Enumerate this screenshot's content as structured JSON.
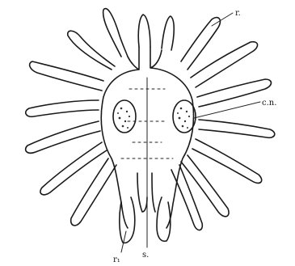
{
  "figure": {
    "labels": {
      "r": "r.",
      "cn": "c.n.",
      "s": "s.",
      "r1": "r₁"
    }
  }
}
